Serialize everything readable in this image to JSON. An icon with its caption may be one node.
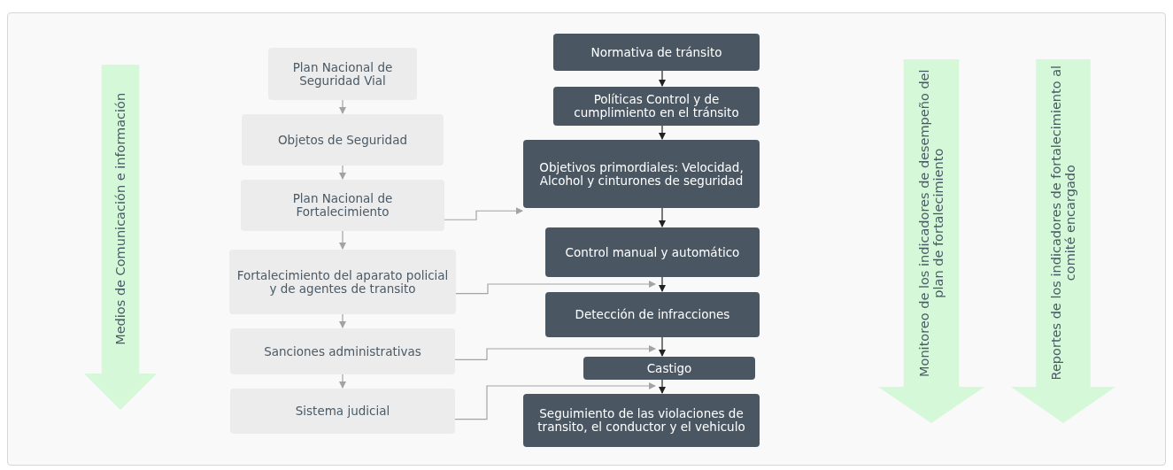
{
  "diagram": {
    "nodes": [
      {
        "text": [
          "Plan Nacional de Seguridad Vial"
        ]
      },
      {
        "text": [
          "Objetos de Seguridad"
        ]
      },
      {
        "text": [
          "Plan Nacional de Fortalecimiento"
        ]
      },
      {
        "text": [
          "Fortalecimiento del aparato policial y de agentes de transito"
        ]
      },
      {
        "text": [
          "Sanciones administrativas"
        ]
      },
      {
        "text": [
          "Sistema judicial"
        ]
      },
      {
        "text": [
          "Normativa de tránsito"
        ]
      },
      {
        "text": [
          "Políticas Control y de cumplimiento en el tránsito"
        ]
      },
      {
        "text": [
          "Objetivos primordiales: Velocidad, Alcohol y cinturones de seguridad"
        ]
      },
      {
        "text": [
          "Control manual y automático"
        ]
      },
      {
        "text": [
          "Detección de infracciones"
        ]
      },
      {
        "text": [
          "Castigo"
        ]
      },
      {
        "text": [
          "Seguimiento de las violaciones de transito, el conductor y el vehiculo"
        ]
      },
      {
        "text": [
          "Medios de Comunicación e información"
        ]
      },
      {
        "text": [
          "Monitoreo de los indicadores de desempeño del plan de fortalecimiento"
        ]
      },
      {
        "text": [
          "Reportes de los indicadores de fortalecimiento al comité encargado"
        ]
      }
    ],
    "edges": [
      {
        "from": 0,
        "to": 1,
        "arrow": "to"
      },
      {
        "from": 1,
        "to": 2,
        "arrow": "to"
      },
      {
        "from": 2,
        "to": 3,
        "arrow": "to"
      },
      {
        "from": 3,
        "to": 4,
        "arrow": "to"
      },
      {
        "from": 4,
        "to": 5,
        "arrow": "to"
      },
      {
        "from": 6,
        "to": 7,
        "arrow": "to",
        "color": "#222222"
      },
      {
        "from": 7,
        "to": 8,
        "arrow": "to",
        "color": "#222222"
      },
      {
        "from": 8,
        "to": 9,
        "arrow": "to",
        "color": "#222222"
      },
      {
        "from": 9,
        "to": 10,
        "arrow": "to",
        "color": "#222222"
      },
      {
        "from": 10,
        "to": 11,
        "arrow": "to",
        "color": "#222222"
      },
      {
        "from": 11,
        "to": 12,
        "arrow": "to",
        "color": "#222222"
      },
      {
        "from": 2,
        "to": 8,
        "arrow": "to"
      },
      {
        "from": 3,
        "to": 10,
        "arrow": "to"
      },
      {
        "from": 4,
        "to": 11,
        "arrow": "to"
      },
      {
        "from": 5,
        "to": 12,
        "arrow": "to"
      }
    ]
  }
}
